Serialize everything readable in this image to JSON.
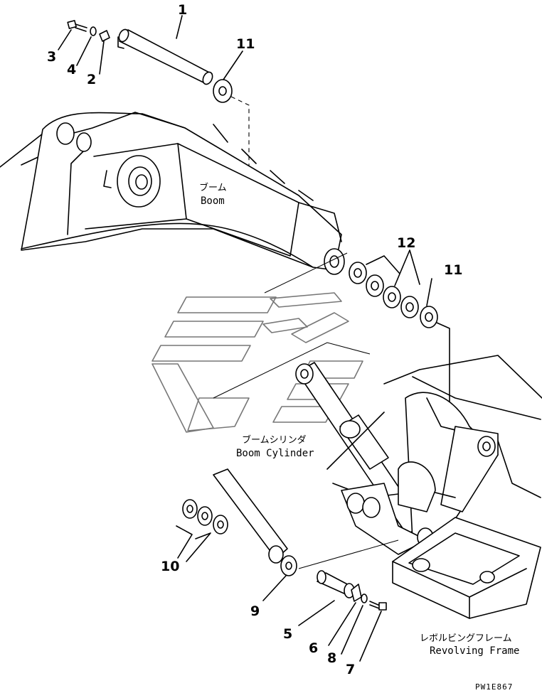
{
  "parts": {
    "p1": "1",
    "p2": "2",
    "p3": "3",
    "p4": "4",
    "p5": "5",
    "p6": "6",
    "p7": "7",
    "p8": "8",
    "p9": "9",
    "p10": "10",
    "p11a": "11",
    "p11b": "11",
    "p12": "12"
  },
  "labels": {
    "boom_jp": "ブーム",
    "boom_en": "Boom",
    "boom_cylinder_jp": "ブームシリンダ",
    "boom_cylinder_en": "Boom Cylinder",
    "revolving_frame_jp": "レボルビングフレーム",
    "revolving_frame_en": "Revolving Frame"
  },
  "drawing_code": "PW1E867"
}
